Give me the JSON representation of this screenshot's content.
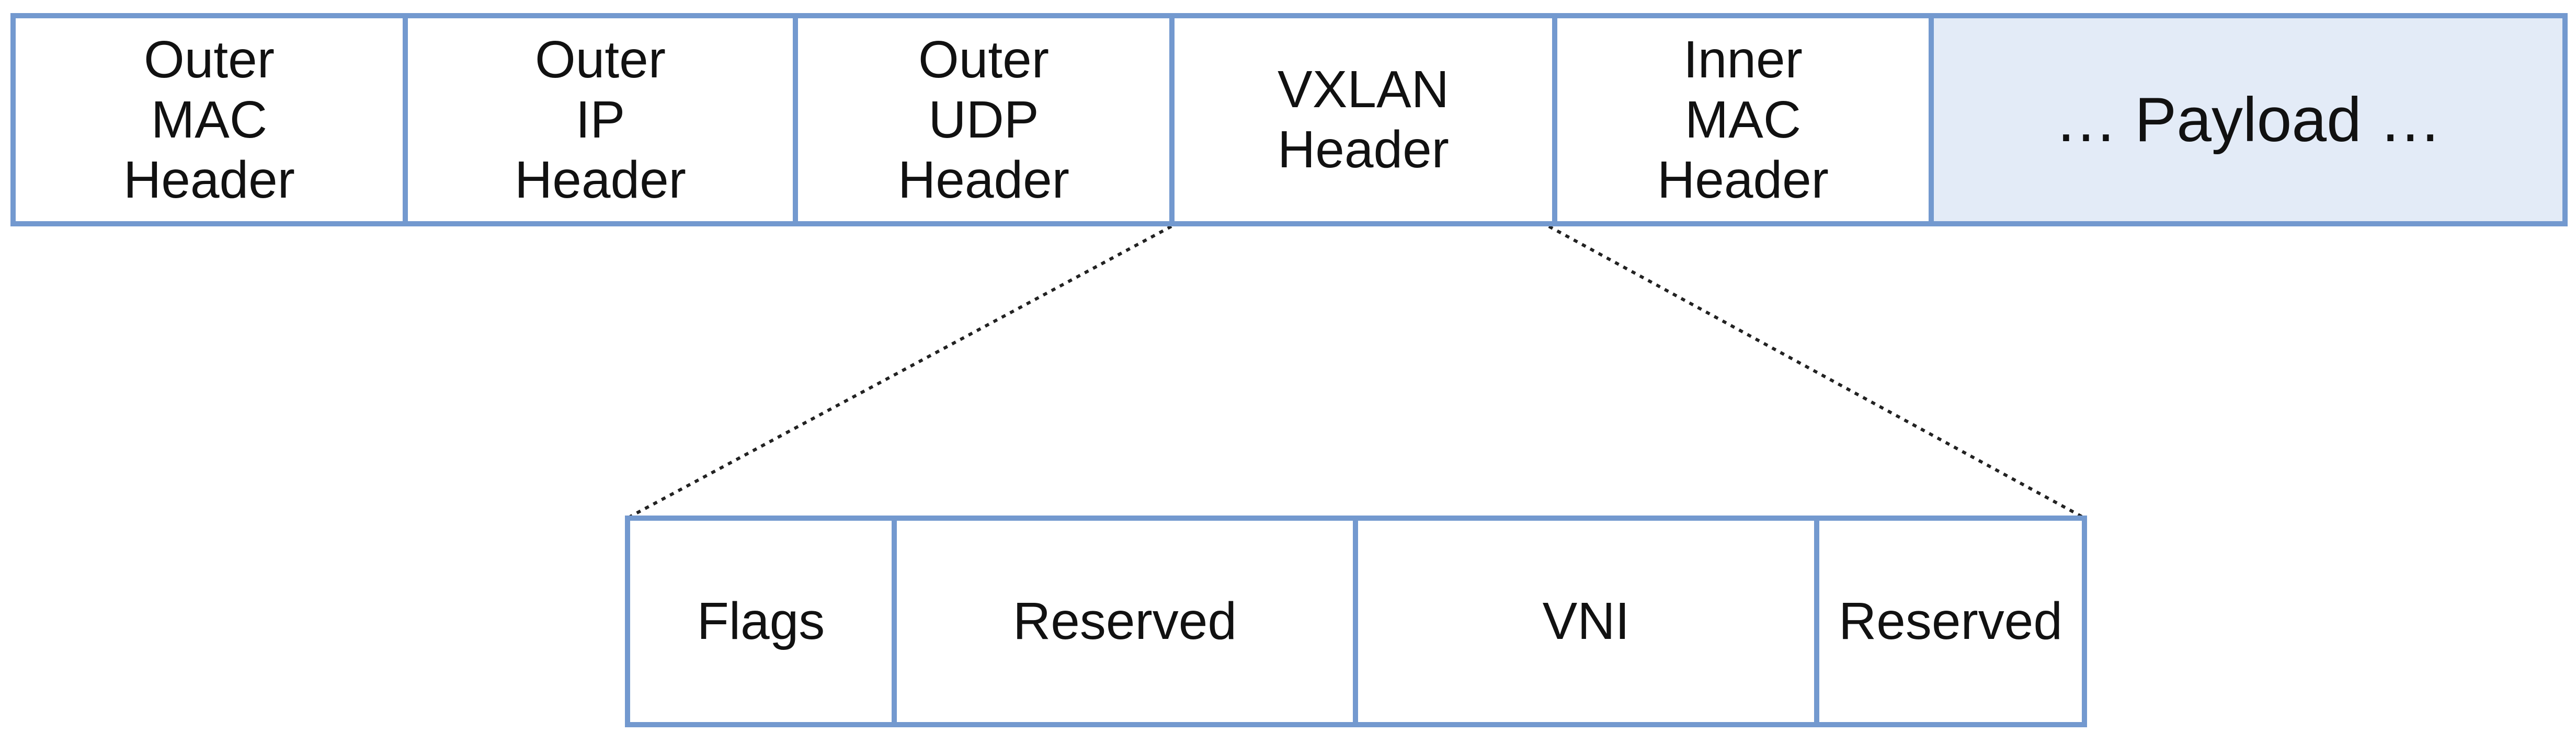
{
  "colors": {
    "border": "#7399cf",
    "payload_fill": "#e3ebf7",
    "cell_fill": "#ffffff",
    "text": "#111111",
    "zoom_line": "#222222"
  },
  "outer_packet": {
    "fields": [
      {
        "label": "Outer\nMAC\nHeader"
      },
      {
        "label": "Outer\nIP\nHeader"
      },
      {
        "label": "Outer\nUDP\nHeader"
      },
      {
        "label": "VXLAN\nHeader"
      },
      {
        "label": "Inner\nMAC\nHeader"
      },
      {
        "label": "… Payload …"
      }
    ]
  },
  "vxlan_header": {
    "fields": [
      {
        "label": "Flags"
      },
      {
        "label": "Reserved"
      },
      {
        "label": "VNI"
      },
      {
        "label": "Reserved"
      }
    ]
  }
}
